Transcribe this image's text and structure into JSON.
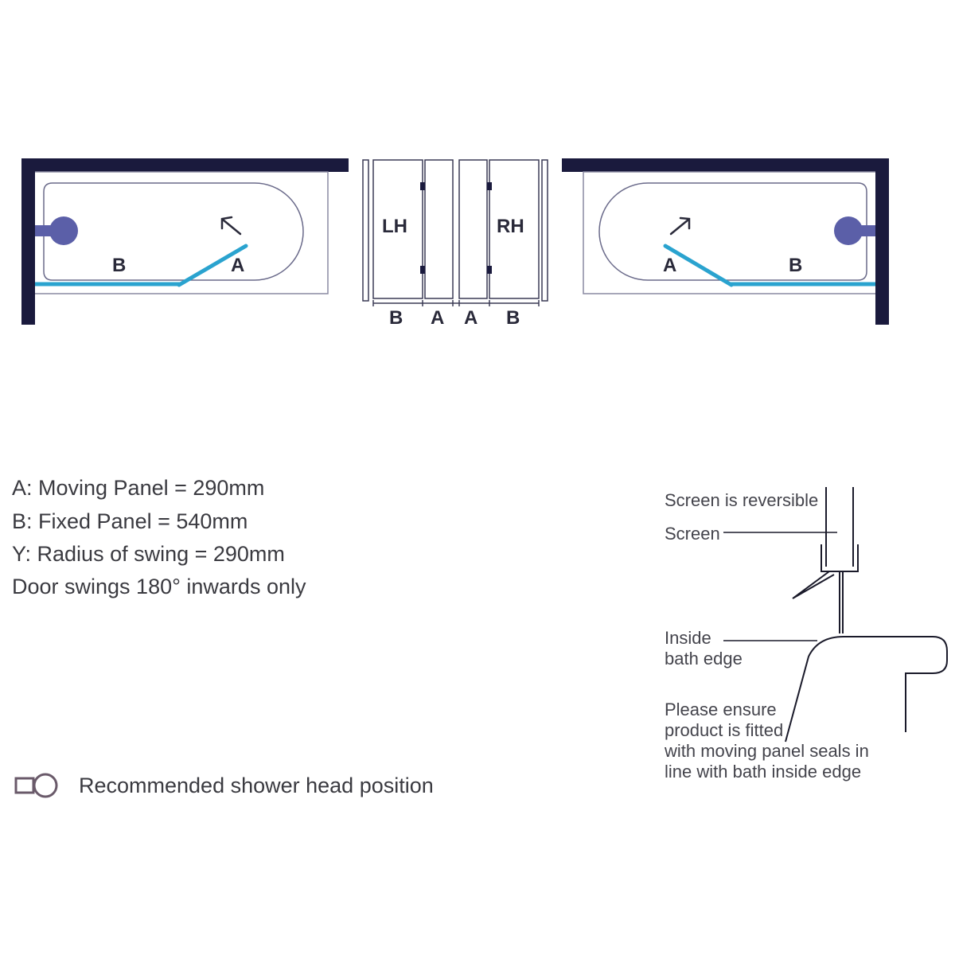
{
  "colors": {
    "wall": "#1a1a3d",
    "tub_outline": "#6a6a8a",
    "screen": "#2aa3cf",
    "shower_head": "#5b5fa8",
    "text": "#3a3a40"
  },
  "left_plan": {
    "label_b": "B",
    "label_a": "A",
    "arrow_glyph": "↖"
  },
  "right_plan": {
    "label_a": "A",
    "label_b": "B",
    "arrow_glyph": "↗"
  },
  "elevation": {
    "label_lh": "LH",
    "label_rh": "RH",
    "bottom_labels": [
      "B",
      "A",
      "A",
      "B"
    ]
  },
  "specs": [
    "A: Moving Panel = 290mm",
    "B: Fixed Panel = 540mm",
    "Y: Radius of swing = 290mm",
    "Door swings 180° inwards only"
  ],
  "legend": {
    "icon": "shower-head-icon",
    "text": "Recommended shower head position"
  },
  "detail": {
    "reversible": "Screen is reversible",
    "screen": "Screen",
    "inside_line1": "Inside",
    "inside_line2": "bath edge",
    "ensure_lines": [
      "Please ensure",
      "product is fitted",
      "with moving panel seals in",
      "line with bath inside edge"
    ]
  }
}
